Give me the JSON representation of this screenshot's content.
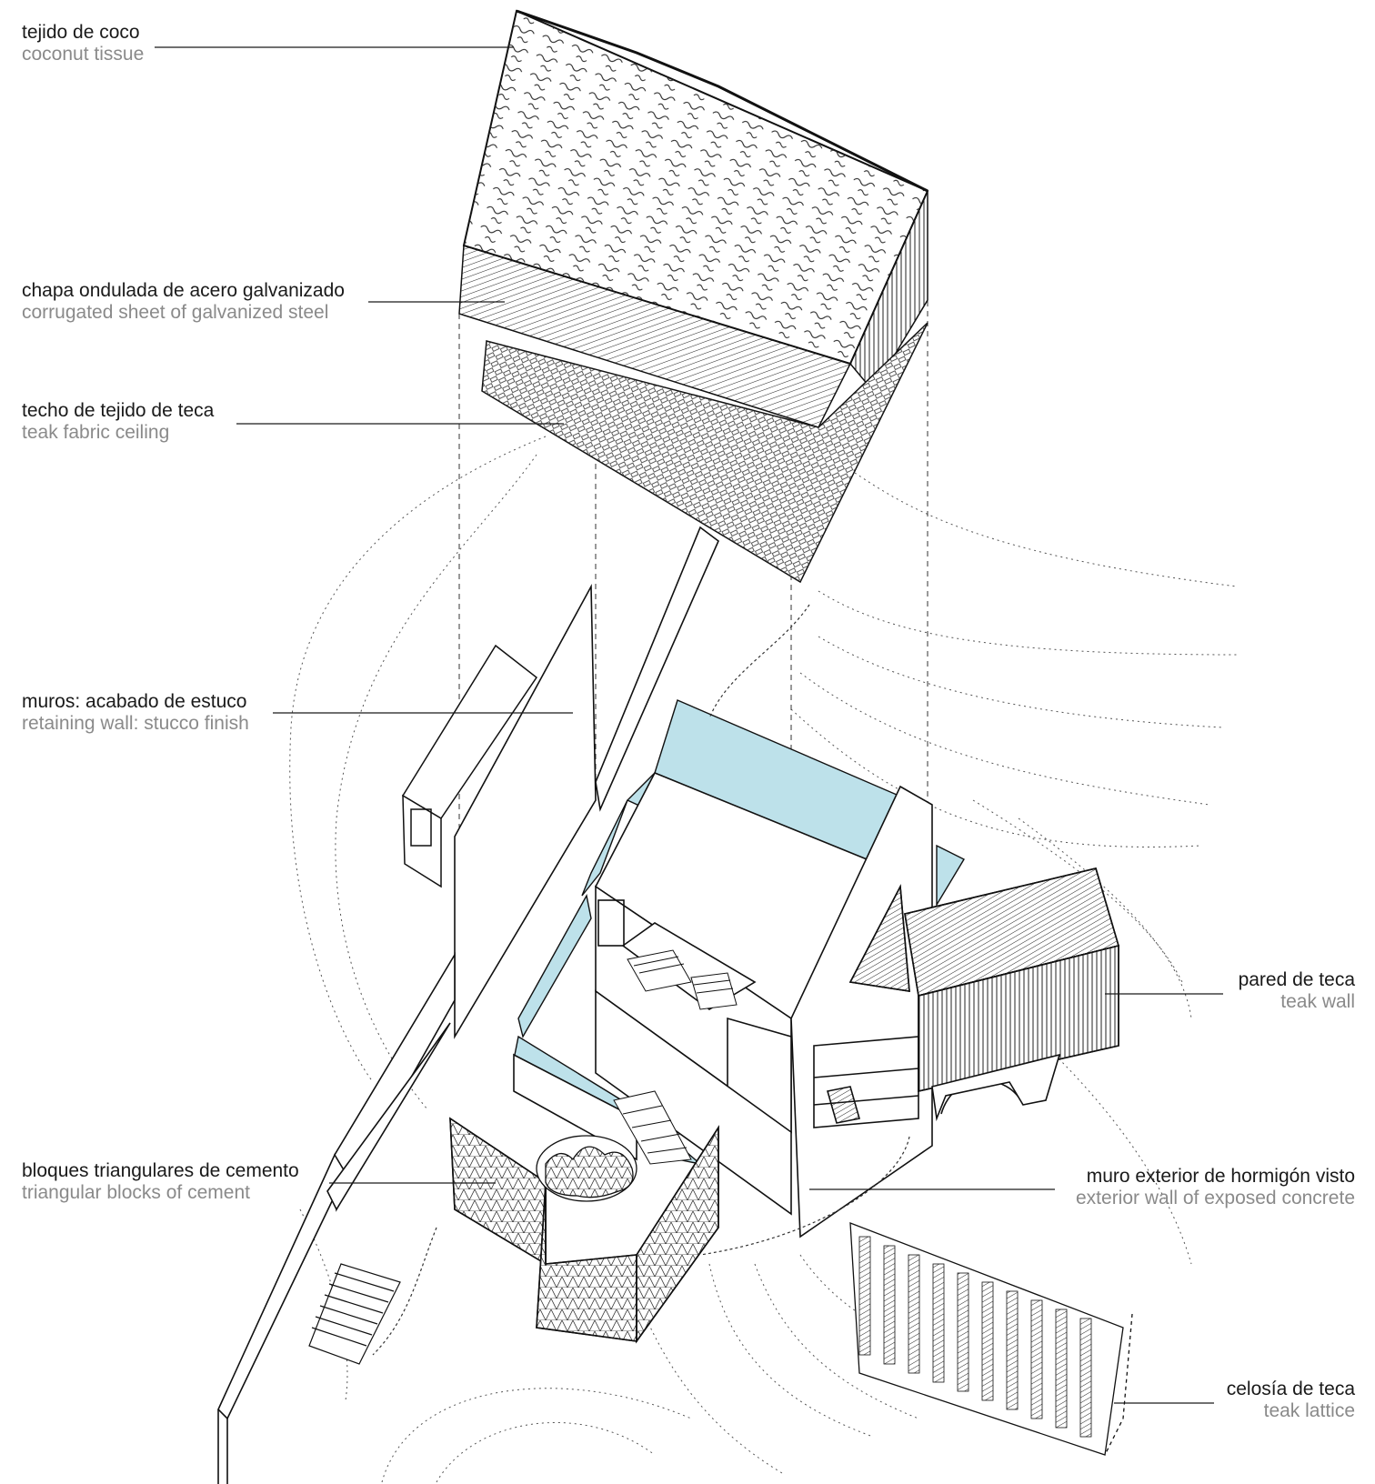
{
  "colors": {
    "line": "#1a1a1a",
    "label_primary": "#1a1a1a",
    "label_secondary": "#8a8a8a",
    "water": "#bde1ea",
    "background": "#ffffff"
  },
  "labels": [
    {
      "id": "coconut-tissue",
      "es": "tejido de coco",
      "en": "coconut tissue"
    },
    {
      "id": "corrugated-steel",
      "es": "chapa ondulada de acero galvanizado",
      "en": "corrugated sheet of galvanized steel"
    },
    {
      "id": "teak-ceiling",
      "es": "techo de tejido de teca",
      "en": "teak fabric ceiling"
    },
    {
      "id": "retaining-wall",
      "es": "muros: acabado de estuco",
      "en": "retaining wall: stucco finish"
    },
    {
      "id": "cement-blocks",
      "es": "bloques triangulares de cemento",
      "en": "triangular blocks of cement"
    },
    {
      "id": "teak-wall",
      "es": "pared de teca",
      "en": "teak wall"
    },
    {
      "id": "concrete-wall",
      "es": "muro exterior de hormigón visto",
      "en": "exterior wall of exposed concrete"
    },
    {
      "id": "teak-lattice",
      "es": "celosía de teca",
      "en": "teak lattice"
    }
  ]
}
